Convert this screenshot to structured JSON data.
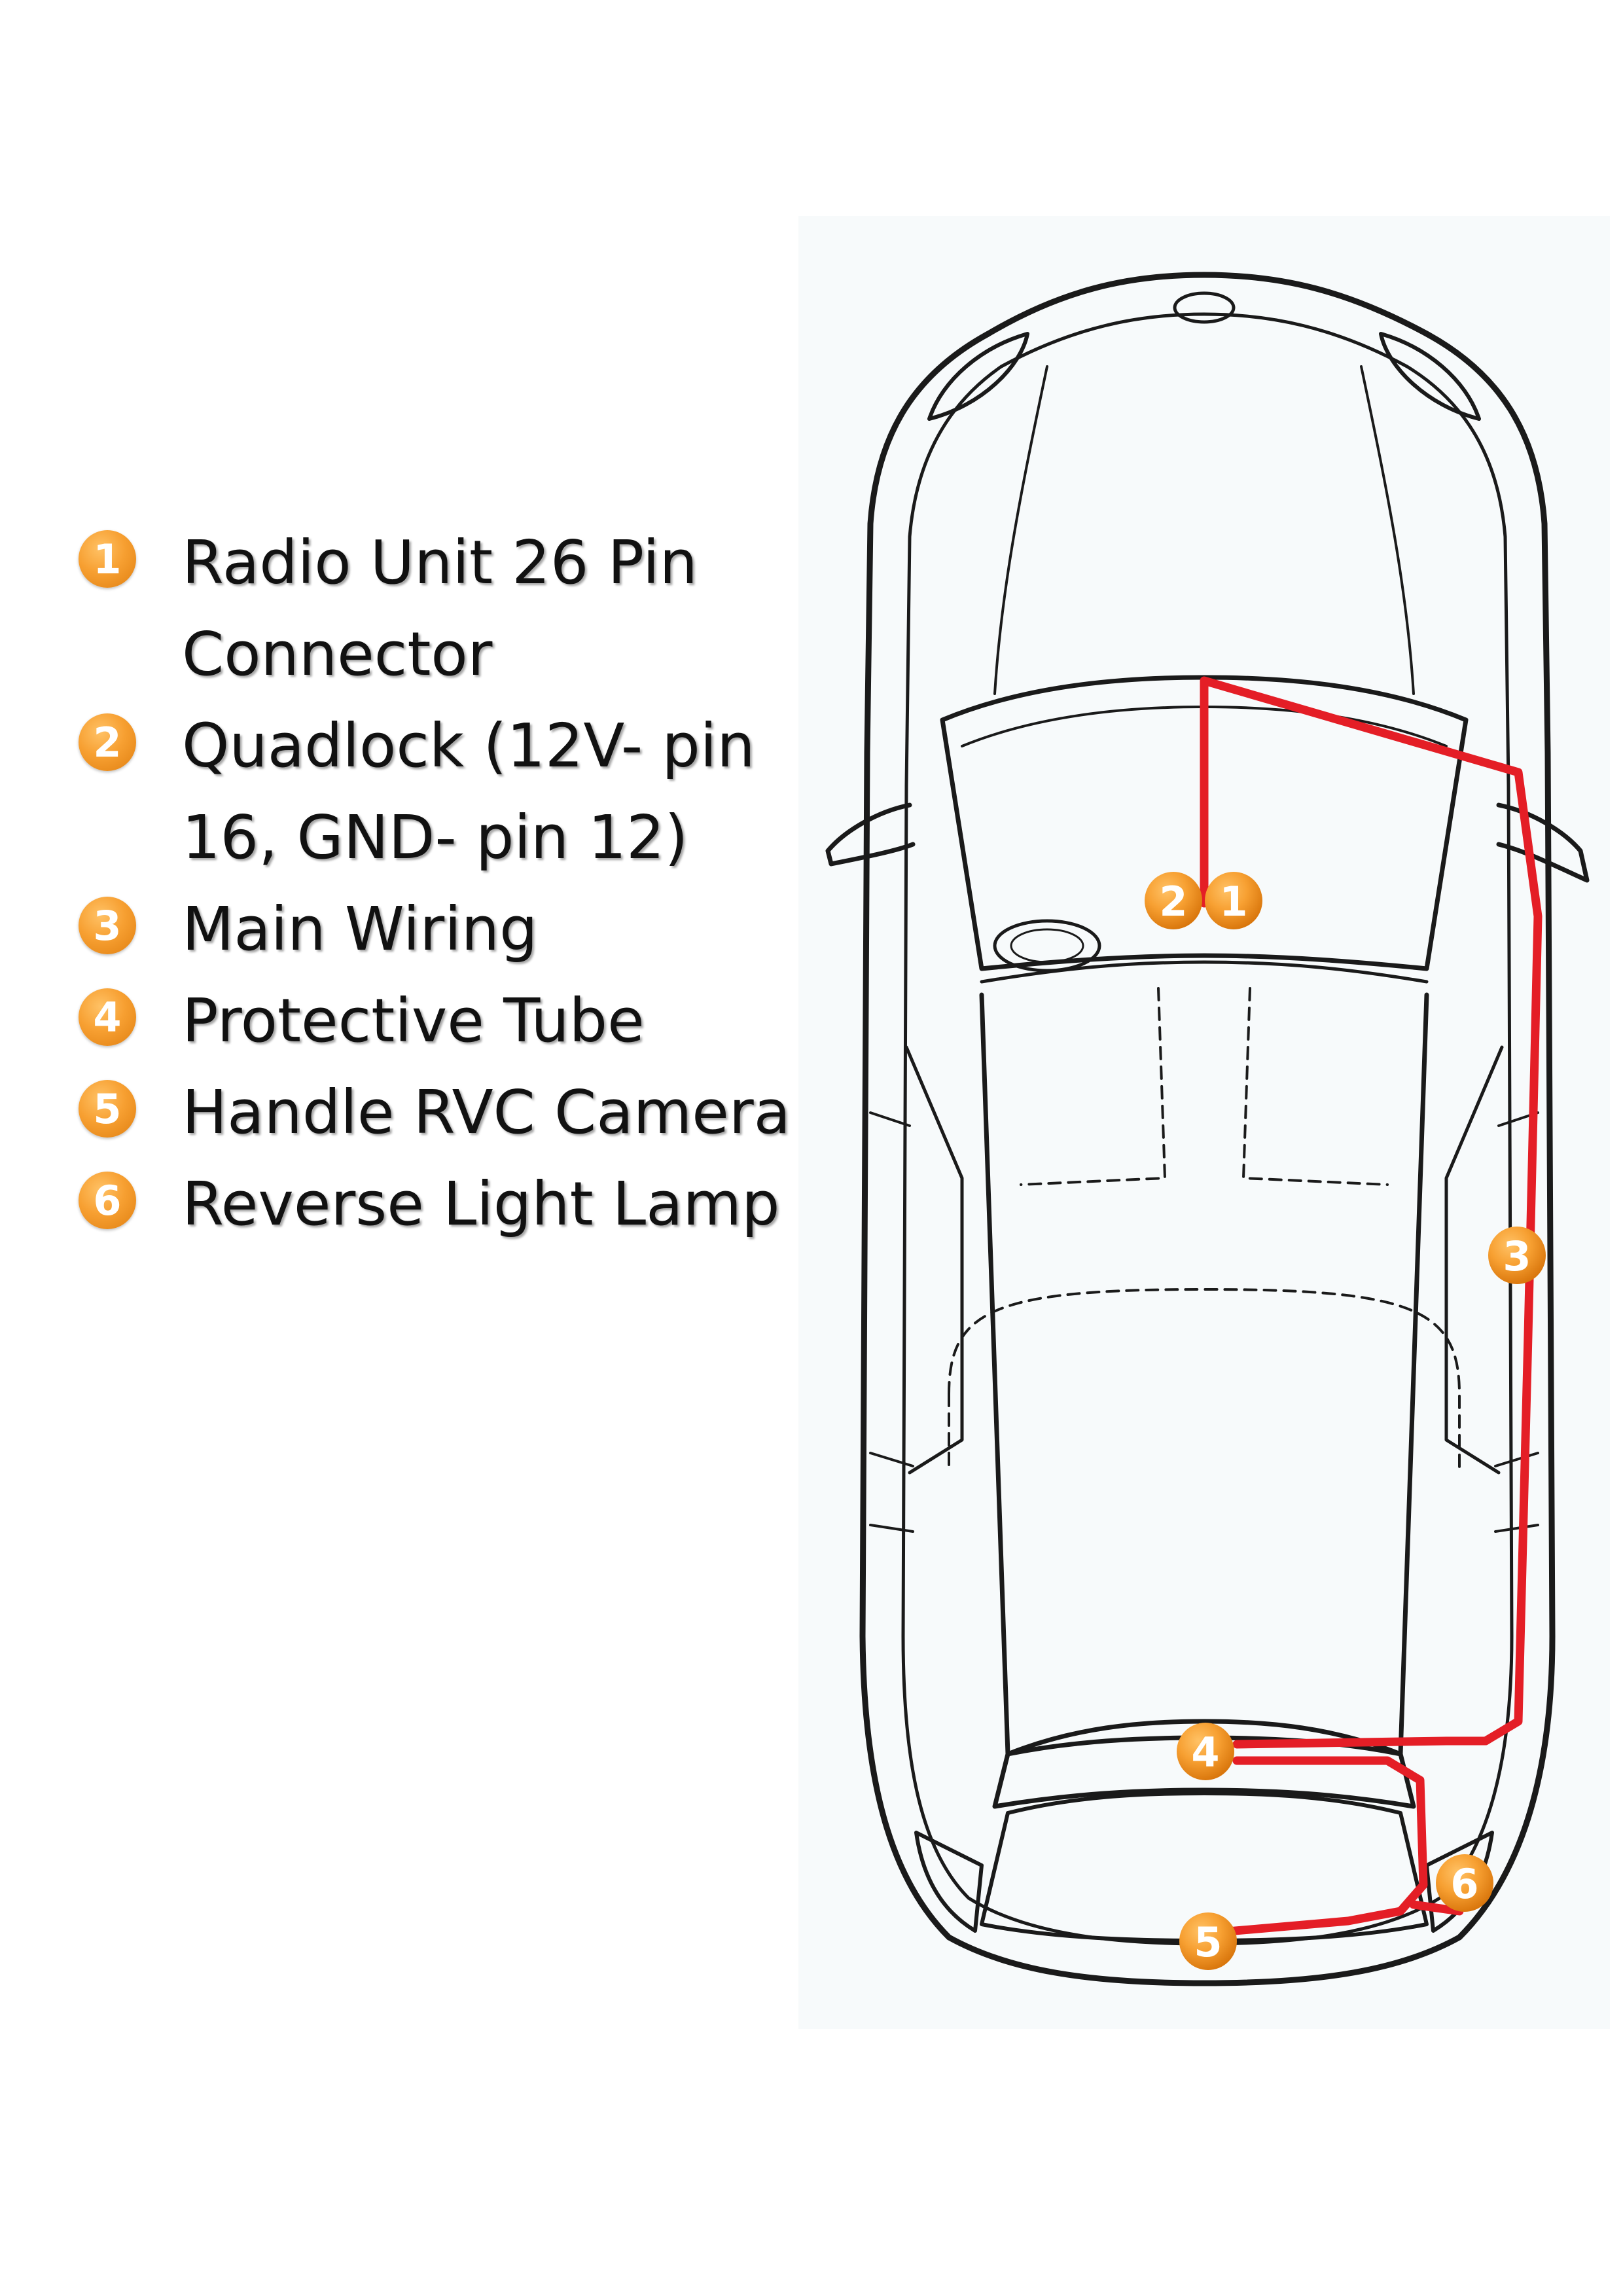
{
  "legend": {
    "items": [
      {
        "num": "1",
        "label": "Radio Unit 26 Pin Connector"
      },
      {
        "num": "2",
        "label": "Quadlock (12V- pin 16, GND- pin 12)"
      },
      {
        "num": "3",
        "label": "Main Wiring"
      },
      {
        "num": "4",
        "label": "Protective Tube"
      },
      {
        "num": "5",
        "label": "Handle RVC Camera"
      },
      {
        "num": "6",
        "label": "Reverse Light Lamp"
      }
    ]
  },
  "markers": [
    "2",
    "1",
    "3",
    "4",
    "6",
    "5"
  ],
  "colors": {
    "wire": "#e41e26",
    "marker": "#f7a032",
    "outline": "#1a1a1a"
  }
}
